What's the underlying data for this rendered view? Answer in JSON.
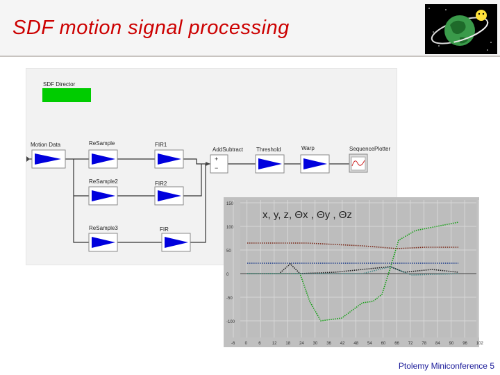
{
  "slide": {
    "title": "SDF motion signal processing",
    "footer": "Ptolemy Miniconference 5"
  },
  "diagram": {
    "director": "SDF Director",
    "actors": {
      "motion_data": "Motion Data",
      "resample1": "ReSample",
      "fir1": "FIR1",
      "resample2": "ReSample2",
      "fir2": "FIR2",
      "resample3": "ReSample3",
      "fir": "FIR",
      "add_subtract": "AddSubtract",
      "threshold": "Threshold",
      "warp": "Warp",
      "sequence_plotter": "SequencePlotter",
      "plus_sign": "+",
      "minus_sign": "−"
    },
    "colors": {
      "director": "#00cc00",
      "actor_arrow": "#0000dd"
    }
  },
  "plot": {
    "legend": "x, y, z, Θx , Θy , Θz",
    "y_ticks": [
      "150",
      "100",
      "50",
      "0",
      "-50",
      "-100"
    ],
    "x_ticks": [
      "-6",
      "0",
      "6",
      "12",
      "18",
      "24",
      "30",
      "36",
      "42",
      "48",
      "54",
      "60",
      "66",
      "72",
      "78",
      "84",
      "90",
      "96",
      "102"
    ]
  }
}
